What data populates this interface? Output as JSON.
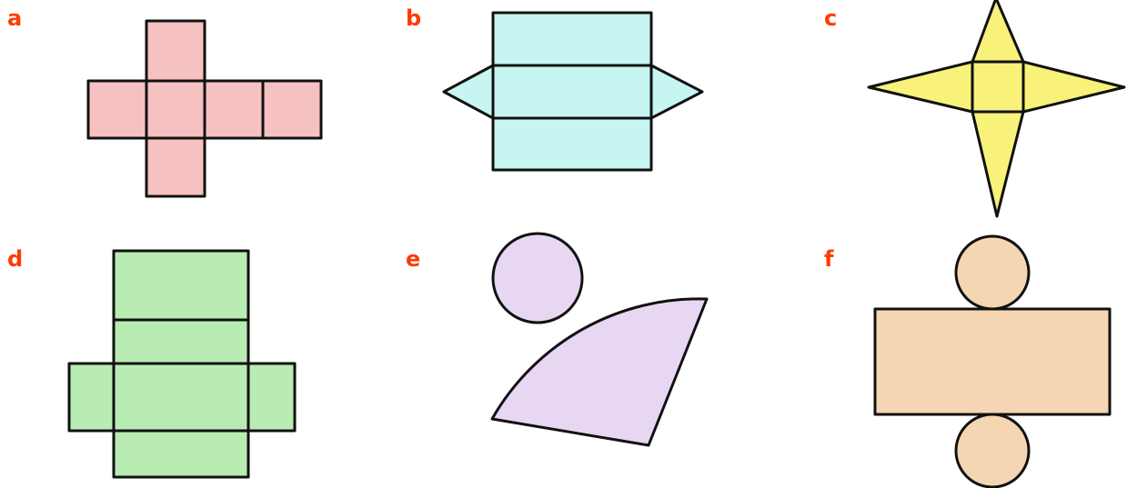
{
  "nets": [
    {
      "label": "a",
      "fill": "#f6c1c1",
      "shape": "cube net"
    },
    {
      "label": "b",
      "fill": "#c6f5f2",
      "shape": "triangular prism net"
    },
    {
      "label": "c",
      "fill": "#f8f27a",
      "shape": "square pyramid net"
    },
    {
      "label": "d",
      "fill": "#b9ecb3",
      "shape": "cuboid net"
    },
    {
      "label": "e",
      "fill": "#e7d7f3",
      "shape": "cone net"
    },
    {
      "label": "f",
      "fill": "#f5d6b3",
      "shape": "cylinder net"
    }
  ],
  "label_color": "#ff3b00",
  "stroke_color": "#111111"
}
